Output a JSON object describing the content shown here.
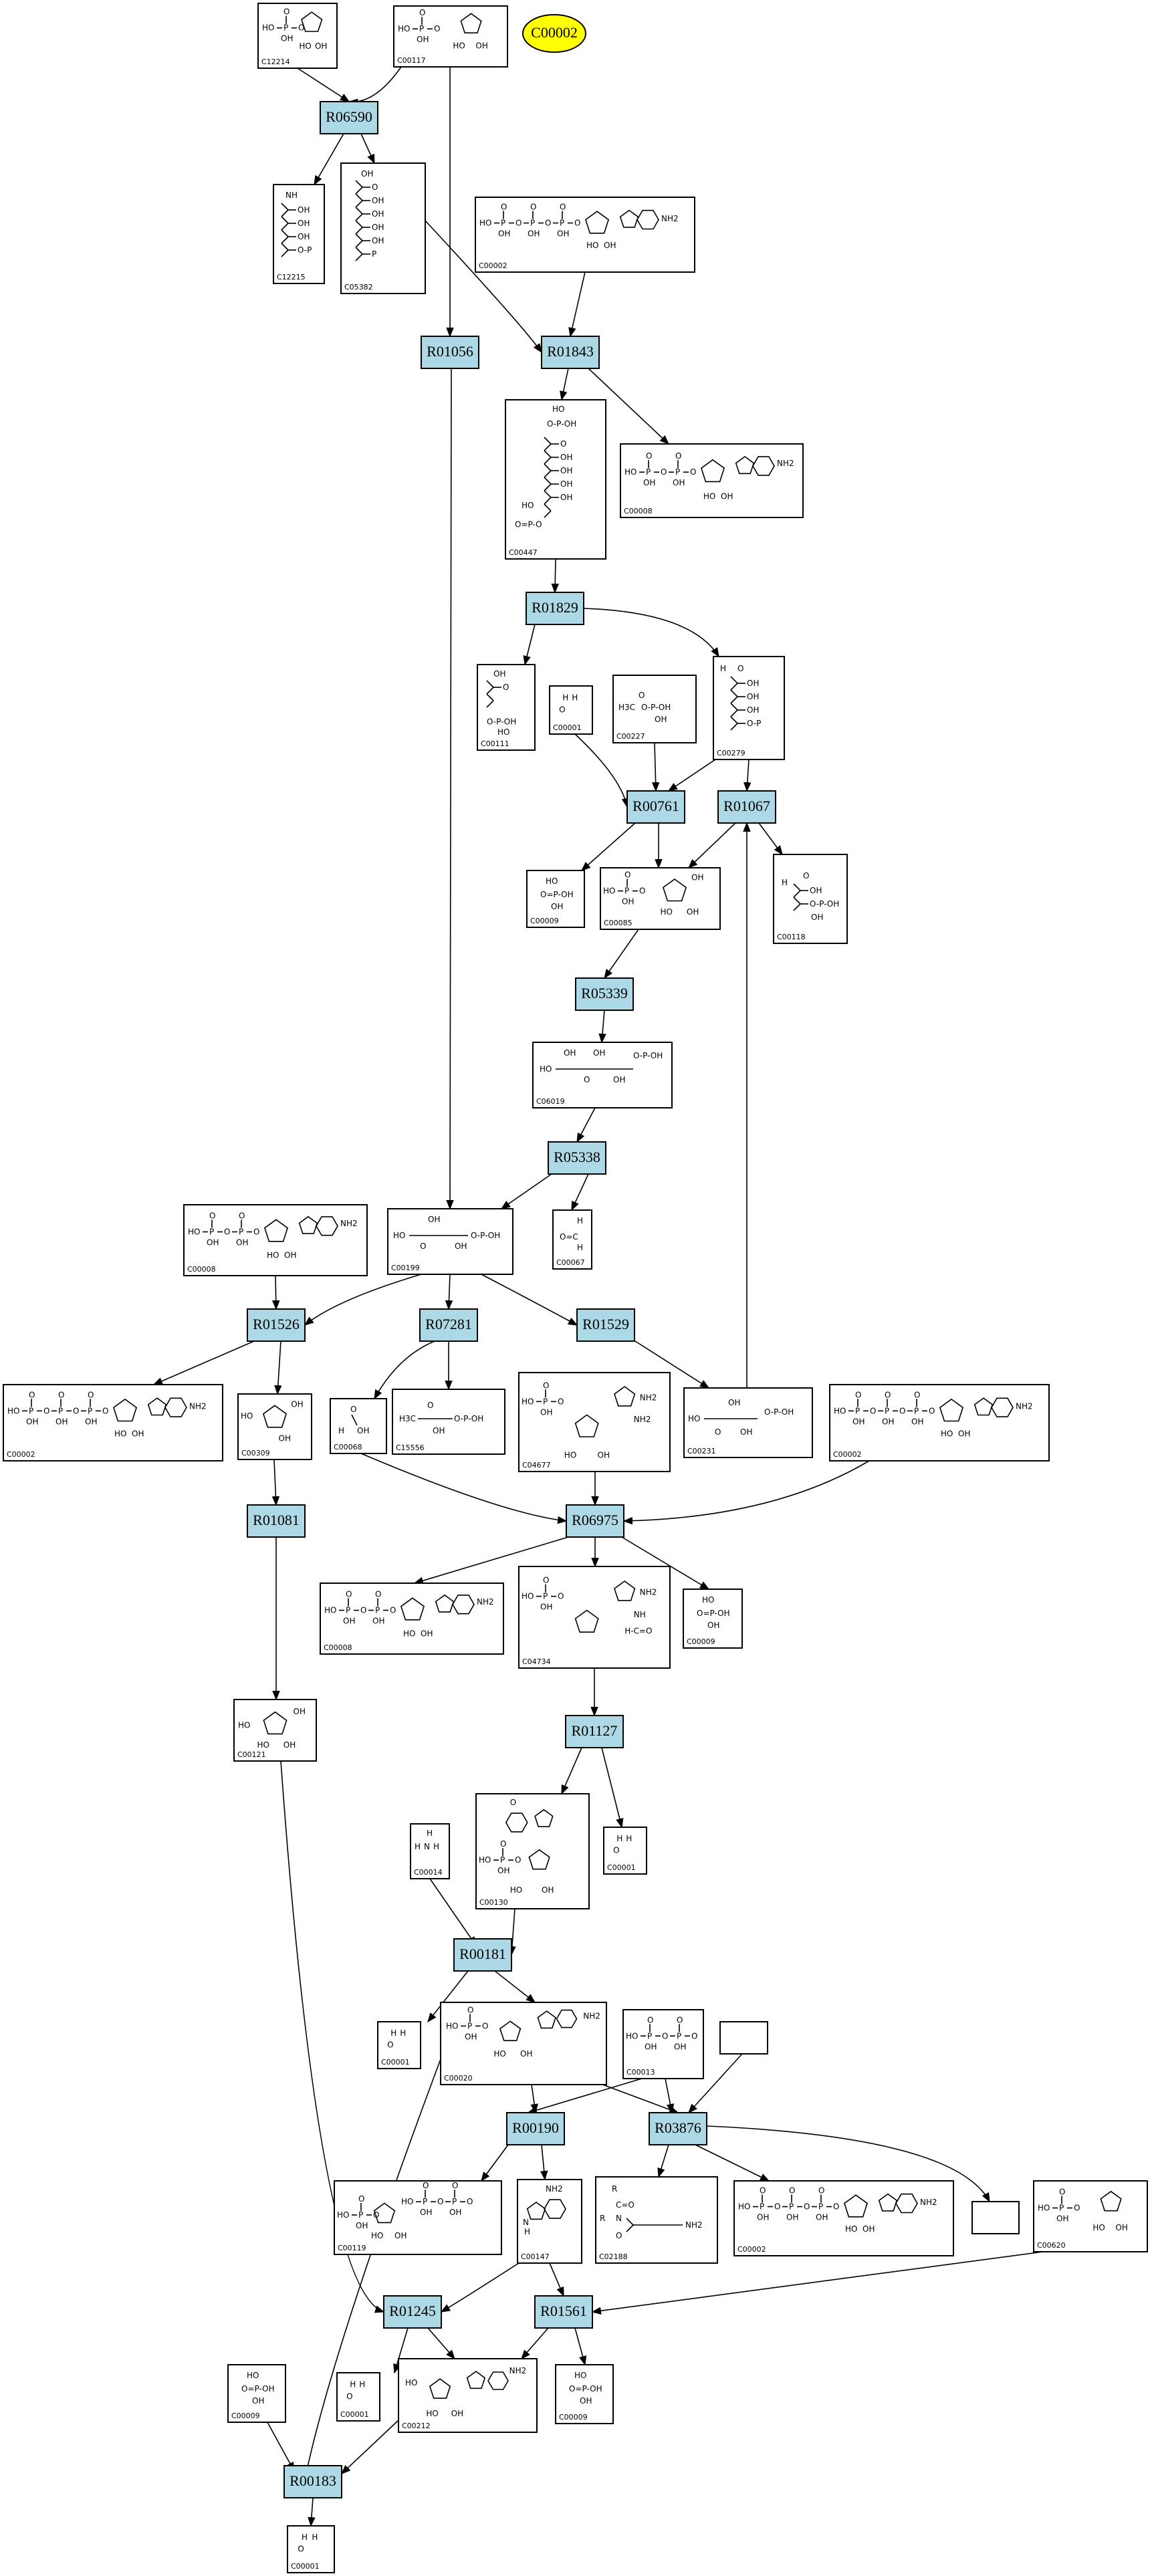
{
  "title_node": {
    "label": "C00002",
    "color": "#ffff00"
  },
  "colors": {
    "reaction_fill": "#add8e6",
    "compound_fill": "#ffffff",
    "line": "#000000"
  },
  "reactions": [
    {
      "key": "R06590",
      "label": "R06590"
    },
    {
      "key": "R01056",
      "label": "R01056"
    },
    {
      "key": "R01843",
      "label": "R01843"
    },
    {
      "key": "R01829",
      "label": "R01829"
    },
    {
      "key": "R00761",
      "label": "R00761"
    },
    {
      "key": "R01067",
      "label": "R01067"
    },
    {
      "key": "R05339",
      "label": "R05339"
    },
    {
      "key": "R05338",
      "label": "R05338"
    },
    {
      "key": "R01526",
      "label": "R01526"
    },
    {
      "key": "R07281",
      "label": "R07281"
    },
    {
      "key": "R01529",
      "label": "R01529"
    },
    {
      "key": "R01081",
      "label": "R01081"
    },
    {
      "key": "R06975",
      "label": "R06975"
    },
    {
      "key": "R01127",
      "label": "R01127"
    },
    {
      "key": "R00181",
      "label": "R00181"
    },
    {
      "key": "R00190",
      "label": "R00190"
    },
    {
      "key": "R03876",
      "label": "R03876"
    },
    {
      "key": "R01245",
      "label": "R01245"
    },
    {
      "key": "R01561",
      "label": "R01561"
    },
    {
      "key": "R00183",
      "label": "R00183"
    }
  ],
  "compounds": [
    {
      "key": "c12214",
      "id": "C12214",
      "icon": "ribose-phosphate-structure"
    },
    {
      "key": "c00117",
      "id": "C00117",
      "icon": "ribose-phosphate-structure"
    },
    {
      "key": "c12215",
      "id": "C12215",
      "icon": "imine-chain-structure"
    },
    {
      "key": "c05382",
      "id": "C05382",
      "icon": "sugar-phosphate-chain-structure"
    },
    {
      "key": "c00002a",
      "id": "C00002",
      "icon": "atp-structure"
    },
    {
      "key": "c00447",
      "id": "C00447",
      "icon": "sugar-bisphosphate-structure"
    },
    {
      "key": "c00008a",
      "id": "C00008",
      "icon": "adp-structure"
    },
    {
      "key": "c00111",
      "id": "C00111",
      "icon": "small-phosphate-structure"
    },
    {
      "key": "c00001a",
      "id": "C00001",
      "icon": "water-structure"
    },
    {
      "key": "c00227",
      "id": "C00227",
      "icon": "acetyl-phosphate-structure"
    },
    {
      "key": "c00279",
      "id": "C00279",
      "icon": "erythrose-phosphate-structure"
    },
    {
      "key": "c00009a",
      "id": "C00009",
      "icon": "phosphate-structure"
    },
    {
      "key": "c00085",
      "id": "C00085",
      "icon": "fructose-phosphate-structure"
    },
    {
      "key": "c00118",
      "id": "C00118",
      "icon": "glyceraldehyde-phosphate-structure"
    },
    {
      "key": "c06019",
      "id": "C06019",
      "icon": "sugar-chain-phosphate-structure"
    },
    {
      "key": "c00008b",
      "id": "C00008",
      "icon": "adp-structure"
    },
    {
      "key": "c00199",
      "id": "C00199",
      "icon": "ribulose-phosphate-structure"
    },
    {
      "key": "c00067",
      "id": "C00067",
      "icon": "formaldehyde-structure"
    },
    {
      "key": "c00002b",
      "id": "C00002",
      "icon": "atp-structure"
    },
    {
      "key": "c00309",
      "id": "C00309",
      "icon": "ribulose-structure"
    },
    {
      "key": "c00068",
      "id": "C00068",
      "icon": "aldehyde-structure"
    },
    {
      "key": "c15556",
      "id": "C15556",
      "icon": "small-chain-phosphate-structure"
    },
    {
      "key": "c04677",
      "id": "C04677",
      "icon": "aicar-structure"
    },
    {
      "key": "c00231",
      "id": "C00231",
      "icon": "xylulose-phosphate-structure"
    },
    {
      "key": "c00002c",
      "id": "C00002",
      "icon": "atp-structure"
    },
    {
      "key": "c00121",
      "id": "C00121",
      "icon": "ribose-structure"
    },
    {
      "key": "c00008c",
      "id": "C00008",
      "icon": "adp-structure"
    },
    {
      "key": "c04734",
      "id": "C04734",
      "icon": "faicar-structure"
    },
    {
      "key": "c00009b",
      "id": "C00009",
      "icon": "phosphate-structure"
    },
    {
      "key": "c00001b",
      "id": "C00001",
      "icon": "water-structure"
    },
    {
      "key": "c00014",
      "id": "C00014",
      "icon": "ammonia-structure"
    },
    {
      "key": "c00130",
      "id": "C00130",
      "icon": "imp-structure"
    },
    {
      "key": "c00001c",
      "id": "C00001",
      "icon": "water-structure"
    },
    {
      "key": "c00020",
      "id": "C00020",
      "icon": "amp-structure"
    },
    {
      "key": "c00013",
      "id": "C00013",
      "icon": "diphosphate-structure"
    },
    {
      "key": "blank1",
      "id": "",
      "icon": "empty-box"
    },
    {
      "key": "c00119",
      "id": "C00119",
      "icon": "prpp-structure"
    },
    {
      "key": "c00147",
      "id": "C00147",
      "icon": "adenine-structure"
    },
    {
      "key": "c02188",
      "id": "C02188",
      "icon": "protein-lysine-structure"
    },
    {
      "key": "c00002d",
      "id": "C00002",
      "icon": "atp-structure"
    },
    {
      "key": "blank2",
      "id": "",
      "icon": "empty-box"
    },
    {
      "key": "c00620",
      "id": "C00620",
      "icon": "ribose-phosphate-structure"
    },
    {
      "key": "c00009c",
      "id": "C00009",
      "icon": "phosphate-structure"
    },
    {
      "key": "c00001d",
      "id": "C00001",
      "icon": "water-structure"
    },
    {
      "key": "c00212",
      "id": "C00212",
      "icon": "adenosine-structure"
    },
    {
      "key": "c00009d",
      "id": "C00009",
      "icon": "phosphate-structure"
    },
    {
      "key": "c00001e",
      "id": "C00001",
      "icon": "water-structure"
    }
  ]
}
